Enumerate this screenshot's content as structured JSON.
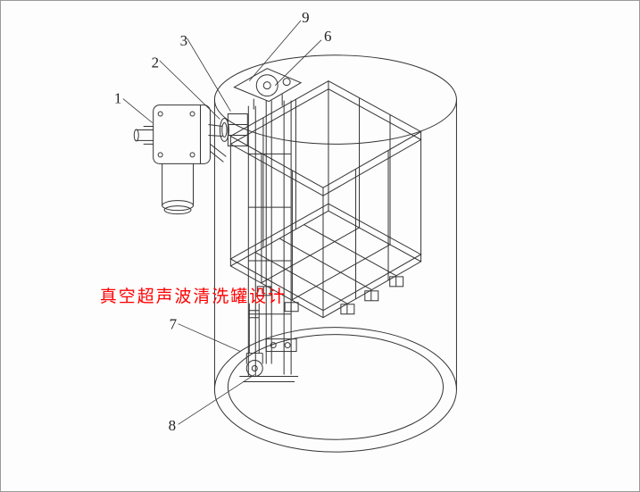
{
  "page": {
    "background": "#fdfdfd",
    "border_color": "#9a9a9a"
  },
  "drawing": {
    "line_color": "#333333",
    "callout_color": "#222222",
    "watermark": {
      "text": "真空超声波清洗罐设计",
      "color": "#ff0000"
    },
    "callouts": [
      {
        "id": "callout-1",
        "label": "1"
      },
      {
        "id": "callout-2",
        "label": "2"
      },
      {
        "id": "callout-3",
        "label": "3"
      },
      {
        "id": "callout-6",
        "label": "6"
      },
      {
        "id": "callout-7",
        "label": "7"
      },
      {
        "id": "callout-8",
        "label": "8"
      },
      {
        "id": "callout-9",
        "label": "9"
      }
    ]
  }
}
